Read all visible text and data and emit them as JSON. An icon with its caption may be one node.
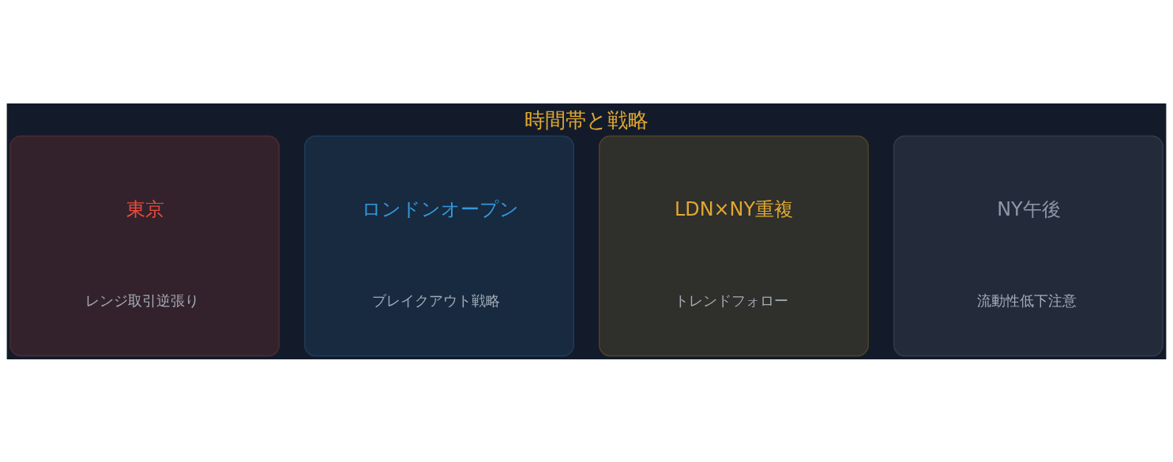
{
  "diagram": {
    "title": "時間帯と戦略",
    "nodes": [
      {
        "text": [
          "東京",
          "レンジ取引逆張り"
        ]
      },
      {
        "text": [
          "ロンドンオープン",
          "ブレイクアウト戦略"
        ]
      },
      {
        "text": [
          "LDN×NY重複",
          "トレンドフォロー"
        ]
      },
      {
        "text": [
          "NY午後",
          "流動性低下注意"
        ]
      }
    ]
  }
}
